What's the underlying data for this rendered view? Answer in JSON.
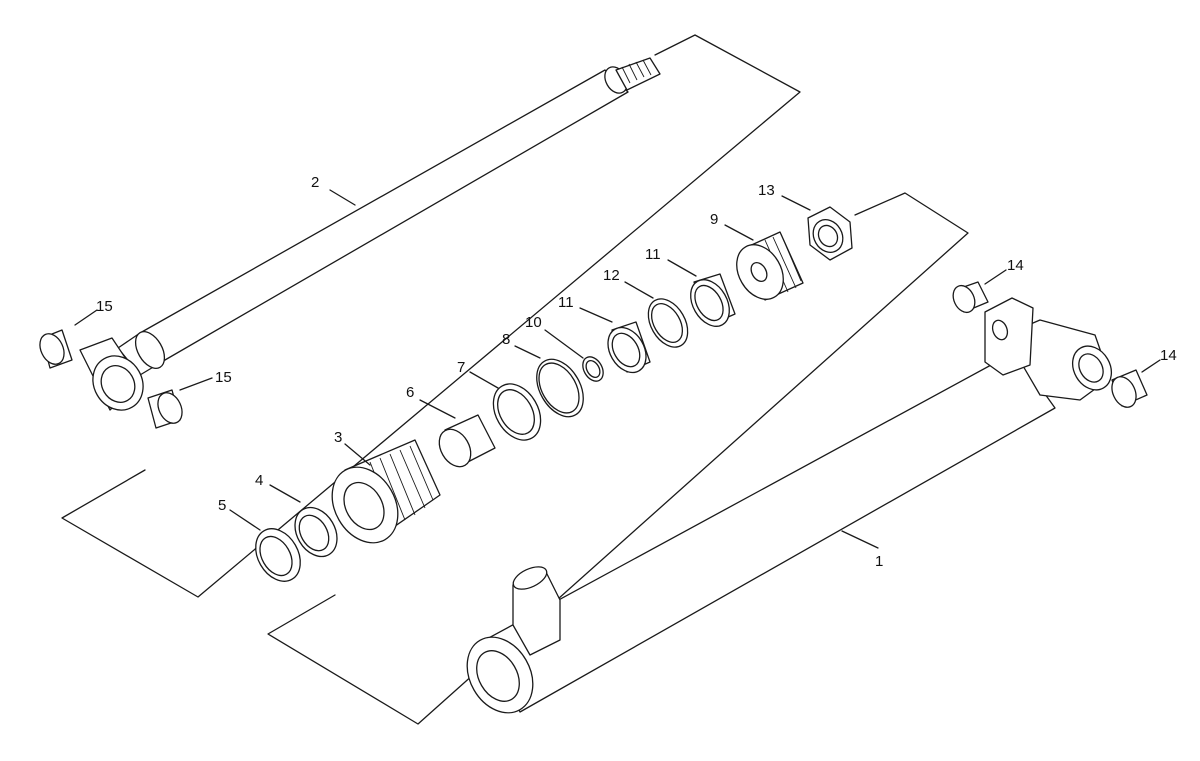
{
  "diagram": {
    "callouts": {
      "p1": "1",
      "p2": "2",
      "p3": "3",
      "p4": "4",
      "p5": "5",
      "p6": "6",
      "p7": "7",
      "p8": "8",
      "p9": "9",
      "p10": "10",
      "p11a": "11",
      "p11b": "11",
      "p12": "12",
      "p13": "13",
      "p14a": "14",
      "p14b": "14",
      "p15a": "15",
      "p15b": "15"
    }
  }
}
